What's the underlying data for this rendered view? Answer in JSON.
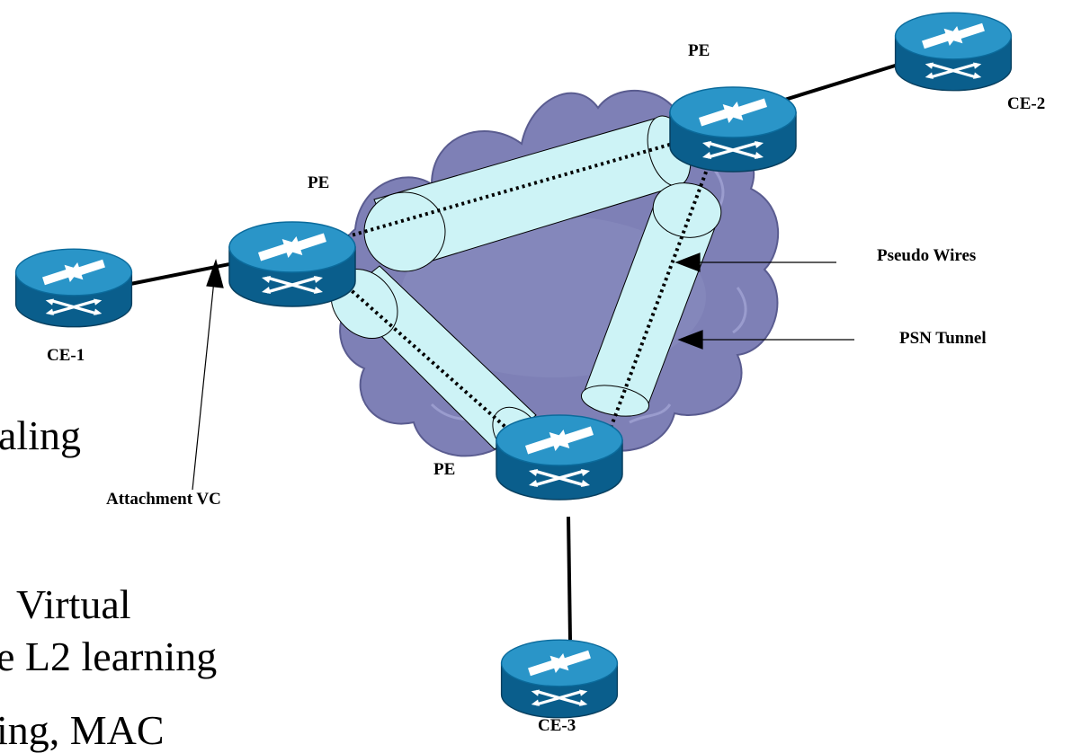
{
  "labels": {
    "pe_top": "PE",
    "pe_left": "PE",
    "pe_bottom": "PE",
    "ce1": "CE-1",
    "ce2": "CE-2",
    "ce3": "CE-3",
    "pseudo_wires": "Pseudo Wires",
    "psn_tunnel": "PSN Tunnel",
    "attachment_vc": "Attachment VC"
  },
  "background_text": {
    "line1": "aling",
    "line2": "Virtual",
    "line3": "e L2 learning",
    "line4": "ing, MAC"
  },
  "colors": {
    "router_top": "#2a95c8",
    "router_side": "#0a5e8c",
    "tunnel_fill": "#cdf3f6",
    "cloud_fill": "#7e80b6",
    "cloud_outline": "#5a5c90"
  }
}
